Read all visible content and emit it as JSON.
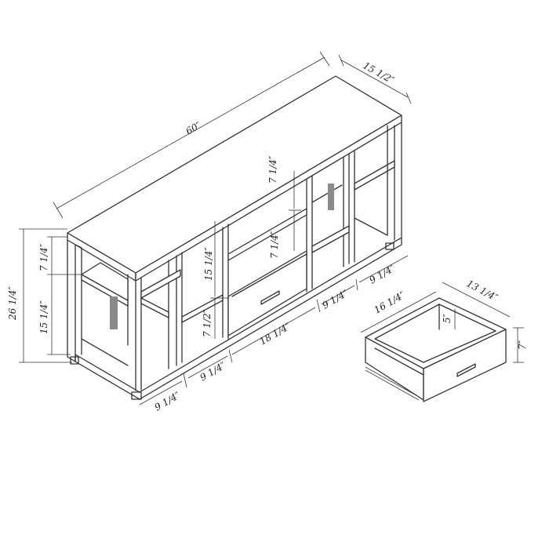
{
  "diagram": {
    "dimensions": {
      "overall_width": "60″",
      "overall_depth": "15 1/2″",
      "overall_height": "26 1/4″",
      "left_upper_shelf": "7 1/4″",
      "left_lower_shelf": "15 1/4″",
      "center_upper": "7 1/4″",
      "center_mid": "7 1/4″",
      "center_shelf_height": "15 1/4″",
      "center_lower": "7 1/2″",
      "center_width": "18 1/4″",
      "left_bay_outer": "9 1/4″",
      "left_bay_inner": "9 1/4″",
      "right_bay_inner": "9 1/4″",
      "right_bay_outer": "9 1/4″",
      "drawer_width": "16 1/4″",
      "drawer_depth": "13 1/4″",
      "drawer_height": "7″",
      "drawer_inner_height": "5″"
    }
  }
}
